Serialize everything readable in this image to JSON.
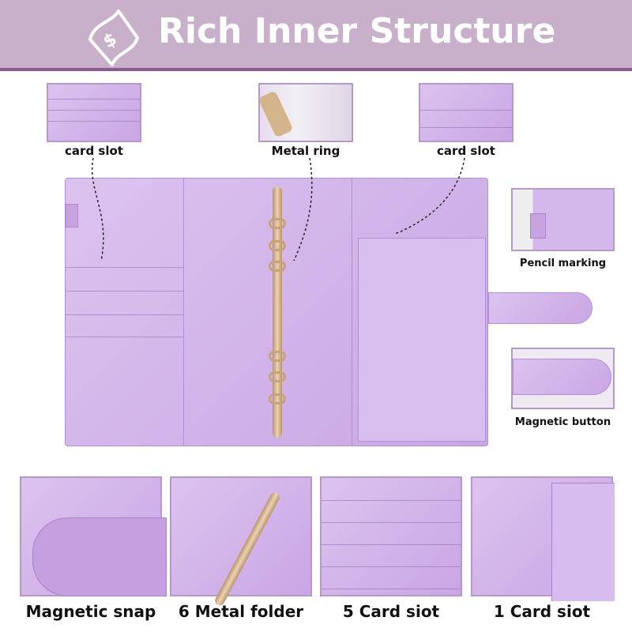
{
  "header": {
    "title": "Rich Inner Structure",
    "icon": "money-bill-icon"
  },
  "top_thumbnails": [
    {
      "label": "card slot"
    },
    {
      "label": "Metal ring"
    },
    {
      "label": "card slot"
    }
  ],
  "side_thumbnails": [
    {
      "label": "Pencil marking"
    },
    {
      "label": "Magnetic button"
    }
  ],
  "bottom_thumbnails": [
    {
      "label": "Magnetic snap"
    },
    {
      "label": "6 Metal folder"
    },
    {
      "label": "5 Card siot"
    },
    {
      "label": "1 Card siot"
    }
  ],
  "colors": {
    "header": "#c8b0ca",
    "accent": "#8a5a8e",
    "product": "#d2b5ea"
  }
}
